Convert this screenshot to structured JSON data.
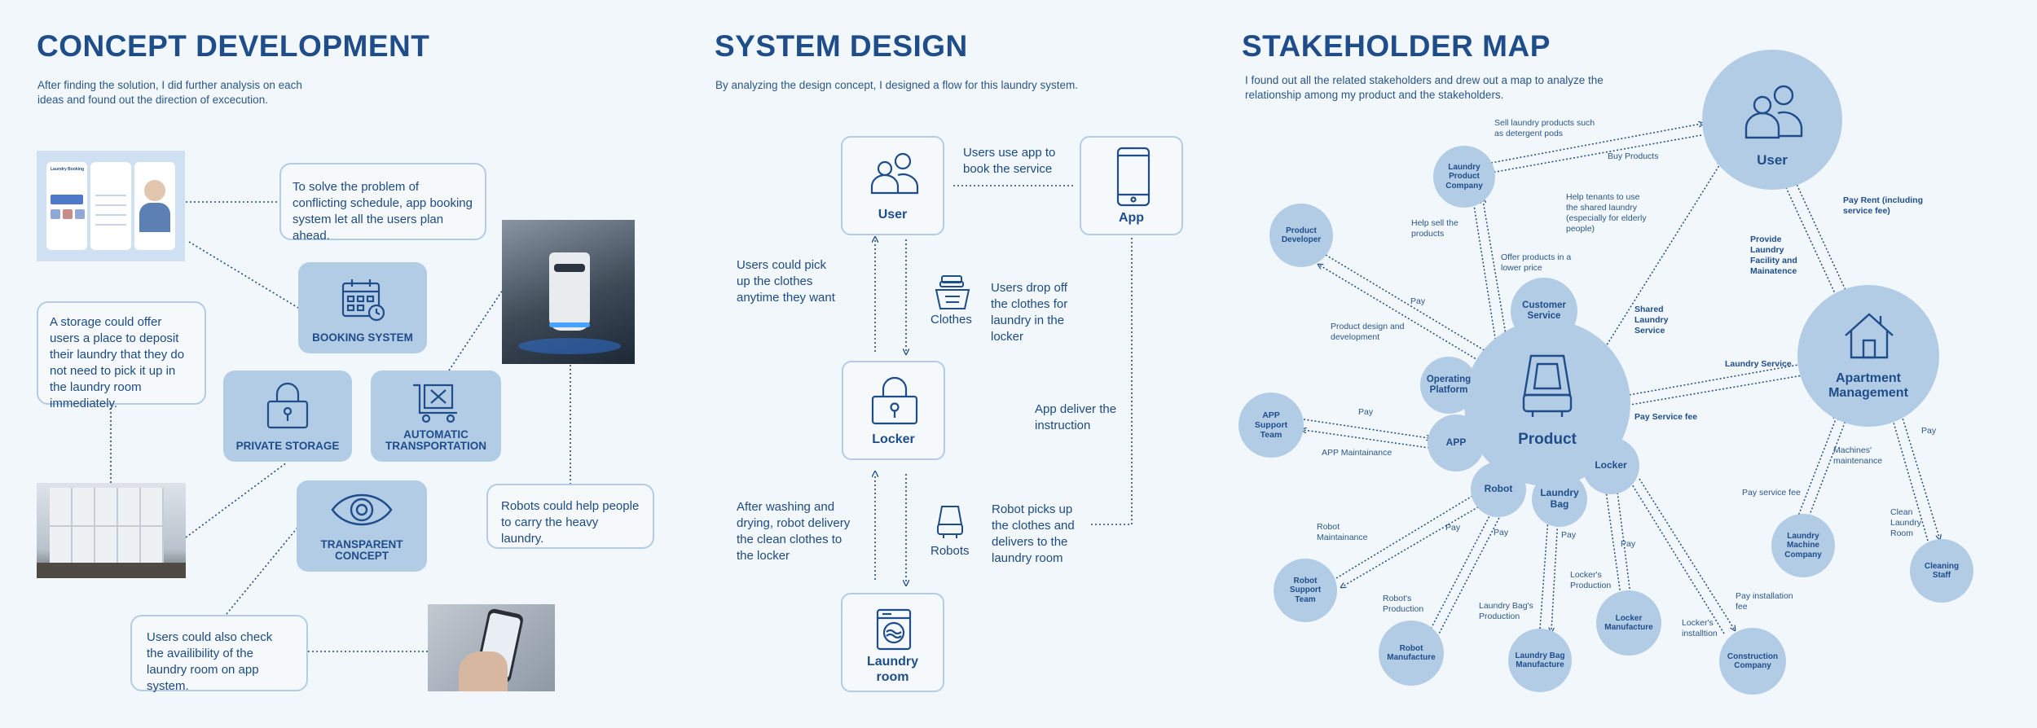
{
  "concept": {
    "title": "CONCEPT DEVELOPMENT",
    "subtitle_1": "After finding the solution, I did further analysis on each",
    "subtitle_2": "ideas and found out the direction of excecution.",
    "note_booking": "To solve the problem of conflicting schedule,  app booking system let all the users plan ahead.",
    "note_storage": "A storage could offer users a place to deposit their laundry that they do not need to pick it up in the laundry room immediately.",
    "note_robots": "Robots could help people to carry the heavy laundry.",
    "note_app": "Users could also check the availibility of the laundry room on app system.",
    "booking_label": "BOOKING SYSTEM",
    "storage_label": "PRIVATE STORAGE",
    "transport_label_1": "AUTOMATIC",
    "transport_label_2": "TRANSPORTATION",
    "transparent_label_1": "TRANSPARENT",
    "transparent_label_2": "CONCEPT",
    "mock_title": "Laundry Booking"
  },
  "system": {
    "title": "SYSTEM DESIGN",
    "subtitle": "By analyzing the  design concept, I designed a flow for this laundry system.",
    "user_label": "User",
    "app_label": "App",
    "locker_label": "Locker",
    "laundry_label_1": "Laundry",
    "laundry_label_2": "room",
    "note_app_book": "Users use app to book the service",
    "note_pick": "Users could pick up the clothes anytime they want",
    "note_drop": "Users drop off the clothes for laundry in the locker",
    "note_instruction": "App deliver the instruction",
    "note_wash": "After washing and drying, robot delivery the clean clothes to the locker",
    "note_robot_pick": "Robot picks up the clothes and delivers to the laundry room",
    "clothes_label": "Clothes",
    "robots_label": "Robots"
  },
  "stakeholder": {
    "title": "STAKEHOLDER MAP",
    "subtitle_1": "I found out all the related stakeholders and drew out a map to analyze the",
    "subtitle_2": "relationship among my product and the stakeholders.",
    "nodes": {
      "user": "User",
      "apartment_1": "Apartment",
      "apartment_2": "Management",
      "product": "Product",
      "customer_service": "Customer Service",
      "operating_platform": "Operating Platform",
      "app": "APP",
      "locker": "Locker",
      "robot": "Robot",
      "laundry_bag": "Laundry Bag",
      "laundry_product_company": "Laundry Product Company",
      "product_developer": "Product Developer",
      "app_support_team": "APP Support Team",
      "robot_support_team": "Robot Support Team",
      "robot_manufacture": "Robot Manufacture",
      "laundry_bag_manufacture": "Laundry Bag Manufacture",
      "locker_manufacture": "Locker Manufacture",
      "construction_company": "Construction Company",
      "laundry_machine_company": "Laundry Machine Company",
      "cleaning_staff": "Cleaning Staff"
    },
    "labels": {
      "sell_products": "Sell laundry products such as detergent pods",
      "buy_products": "Buy Products",
      "help_tenants": "Help tenants to use the shared laundry (especially for elderly people)",
      "help_sell": "Help sell the products",
      "offer_products": "Offer products in a lower price",
      "pay_developer": "Pay",
      "product_design": "Product design and development",
      "shared_service": "Shared Laundry Service",
      "provide_facility": "Provide Laundry Facility and Mainatence",
      "pay_rent": "Pay Rent (including service fee)",
      "laundry_service": "Laundry Service",
      "pay_service_fee": "Pay Service fee",
      "pay_app": "Pay",
      "app_maintainance": "APP Maintainance",
      "robot_maintainance": "Robot Maintainance",
      "pay_robot_support": "Pay",
      "pay_robot_manu": "Pay",
      "robot_production": "Robot's Production",
      "pay_bag": "Pay",
      "bag_production": "Laundry Bag's Production",
      "pay_locker": "Pay",
      "locker_production": "Locker's Production",
      "locker_installtion": "Locker's installtion",
      "pay_installation": "Pay installation fee",
      "machines_maintenance": "Machines' maintenance",
      "pay_service_fee_machine": "Pay service fee",
      "clean_room": "Clean Laundry Room",
      "pay_cleaning": "Pay"
    }
  }
}
